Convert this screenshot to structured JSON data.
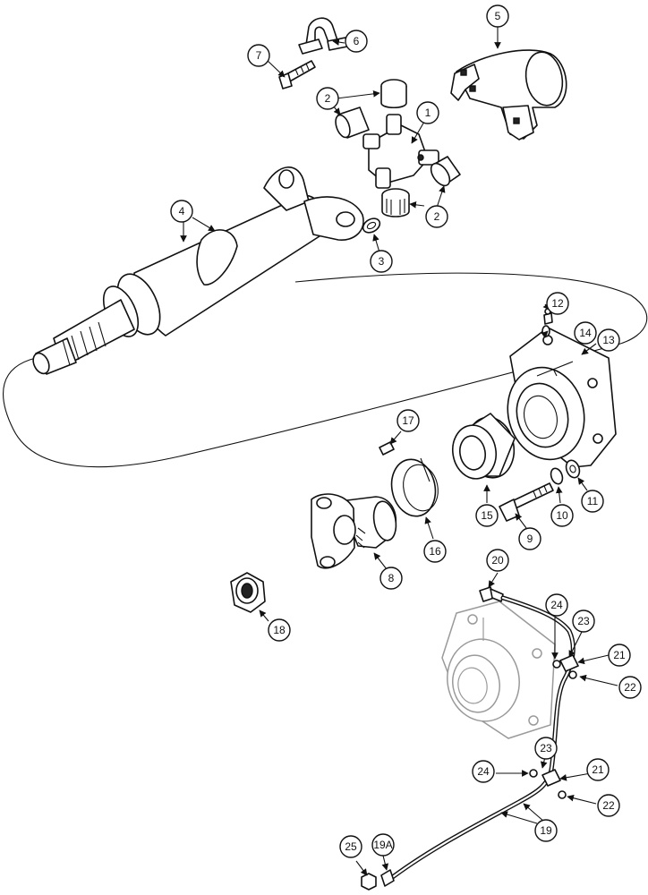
{
  "callouts": {
    "c1": "1",
    "c2a": "2",
    "c2b": "2",
    "c3": "3",
    "c4": "4",
    "c5": "5",
    "c6": "6",
    "c7": "7",
    "c8": "8",
    "c9": "9",
    "c10": "10",
    "c11": "11",
    "c12": "12",
    "c13": "13",
    "c14": "14",
    "c15": "15",
    "c16": "16",
    "c17": "17",
    "c18": "18",
    "c19": "19",
    "c19a": "19A",
    "c20": "20",
    "c21a": "21",
    "c21b": "21",
    "c22a": "22",
    "c22b": "22",
    "c23a": "23",
    "c23b": "23",
    "c24a": "24",
    "c24b": "24",
    "c25": "25"
  }
}
